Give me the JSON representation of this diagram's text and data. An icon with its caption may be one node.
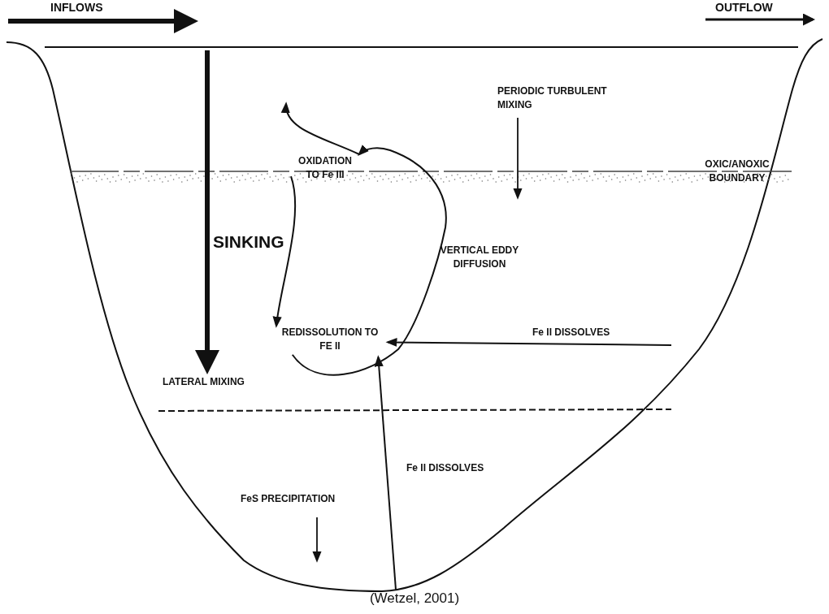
{
  "diagram": {
    "caption": "(Wetzel, 2001)",
    "nodes": [
      {
        "text": [
          "OXIDATION TO Fe III"
        ]
      },
      {
        "text": [
          "REDISSOLUTION TO FE II"
        ]
      }
    ],
    "edges": [
      {
        "from": 1,
        "to": 0,
        "arrow": "to",
        "label": "VERTICAL EDDY DIFFUSION"
      },
      {
        "from": 0,
        "to": 1,
        "arrow": "to"
      },
      {
        "from": 0,
        "to": null,
        "arrow": "to"
      },
      {
        "from": null,
        "to": 1,
        "arrow": "to",
        "label": "Fe II DISSOLVES"
      },
      {
        "from": null,
        "to": 1,
        "arrow": "to",
        "label": "Fe II DISSOLVES"
      }
    ],
    "labels": [
      "INFLOWS",
      "OUTFLOW",
      "PERIODIC TURBULENT MIXING",
      "OXIC/ANOXIC BOUNDARY",
      "SINKING",
      "LATERAL MIXING",
      "FeS PRECIPITATION"
    ]
  }
}
